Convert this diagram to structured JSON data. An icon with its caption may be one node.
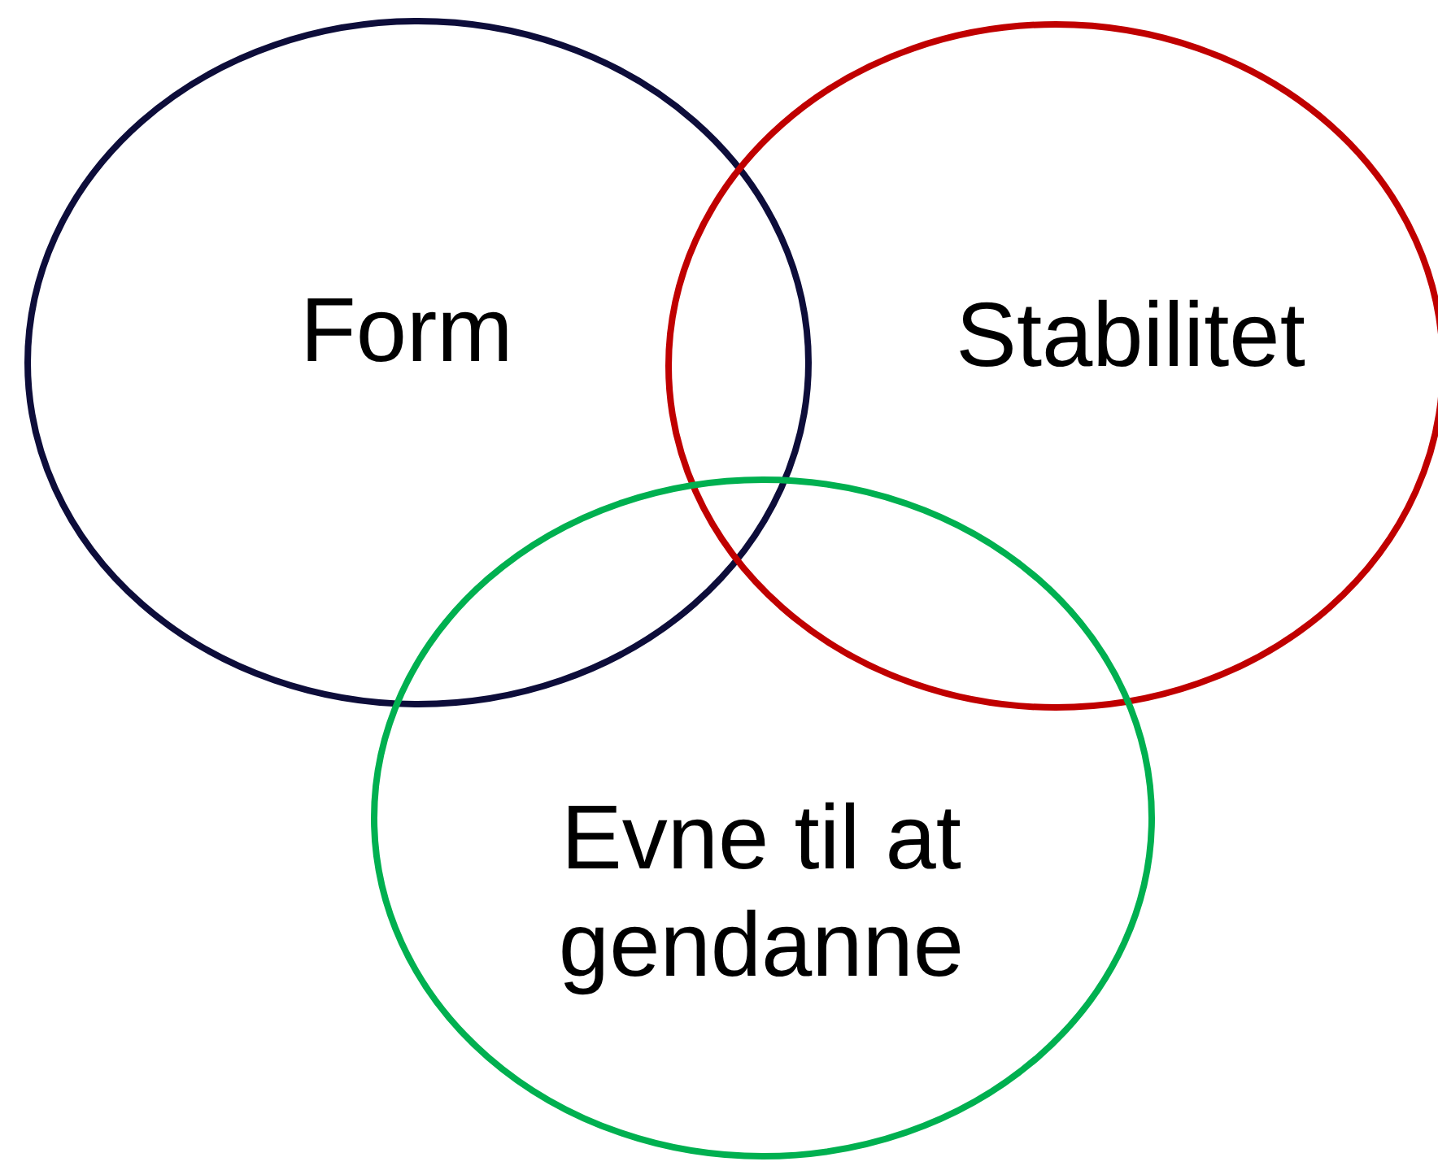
{
  "diagram": {
    "nodes": [
      {
        "text": [
          "Form"
        ]
      },
      {
        "text": [
          "Stabilitet"
        ]
      },
      {
        "text": [
          "Evne til at gendanne"
        ]
      }
    ]
  }
}
